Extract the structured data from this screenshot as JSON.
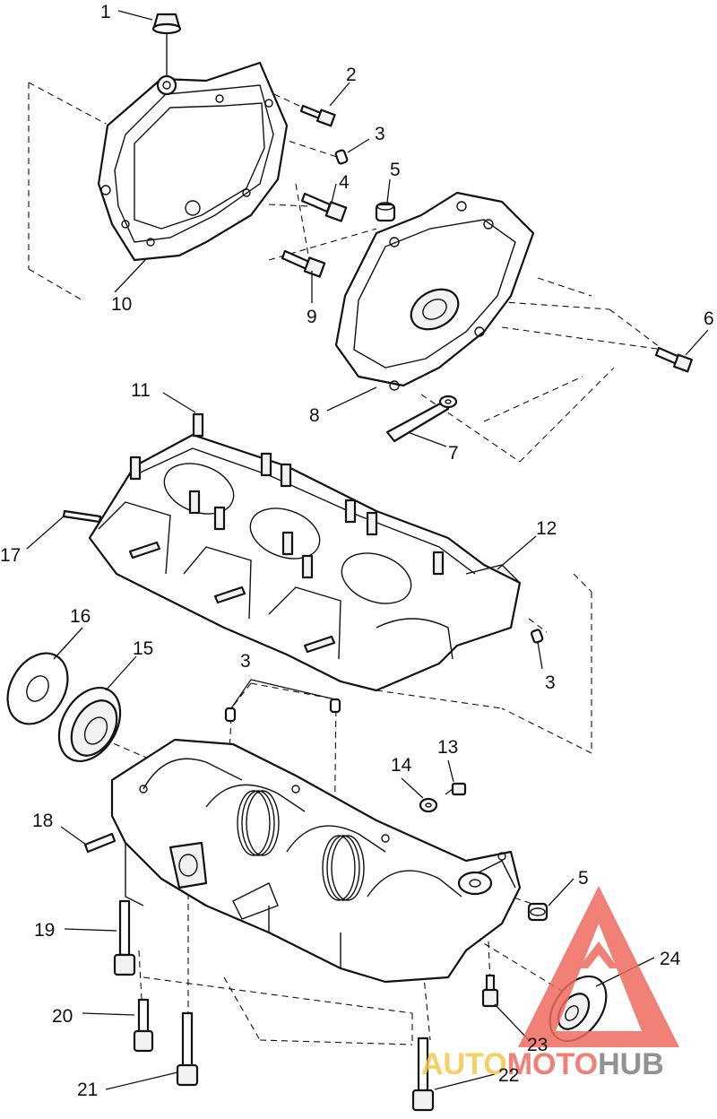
{
  "diagram": {
    "callouts": [
      "1",
      "2",
      "3",
      "4",
      "5",
      "6",
      "7",
      "8",
      "9",
      "10",
      "11",
      "12",
      "13",
      "14",
      "15",
      "16",
      "17",
      "18",
      "19",
      "20",
      "21",
      "22",
      "23",
      "24"
    ],
    "repeated_callouts": [
      "3",
      "3",
      "3",
      "5"
    ]
  },
  "watermark": {
    "part1": "AUTO",
    "part2": "MOTO",
    "part3": "HUB",
    "colors": {
      "auto": "#f4c84a",
      "moto": "#ef6b5f",
      "hub": "#7f7f7f",
      "triangle": "#ef6b5f"
    }
  }
}
